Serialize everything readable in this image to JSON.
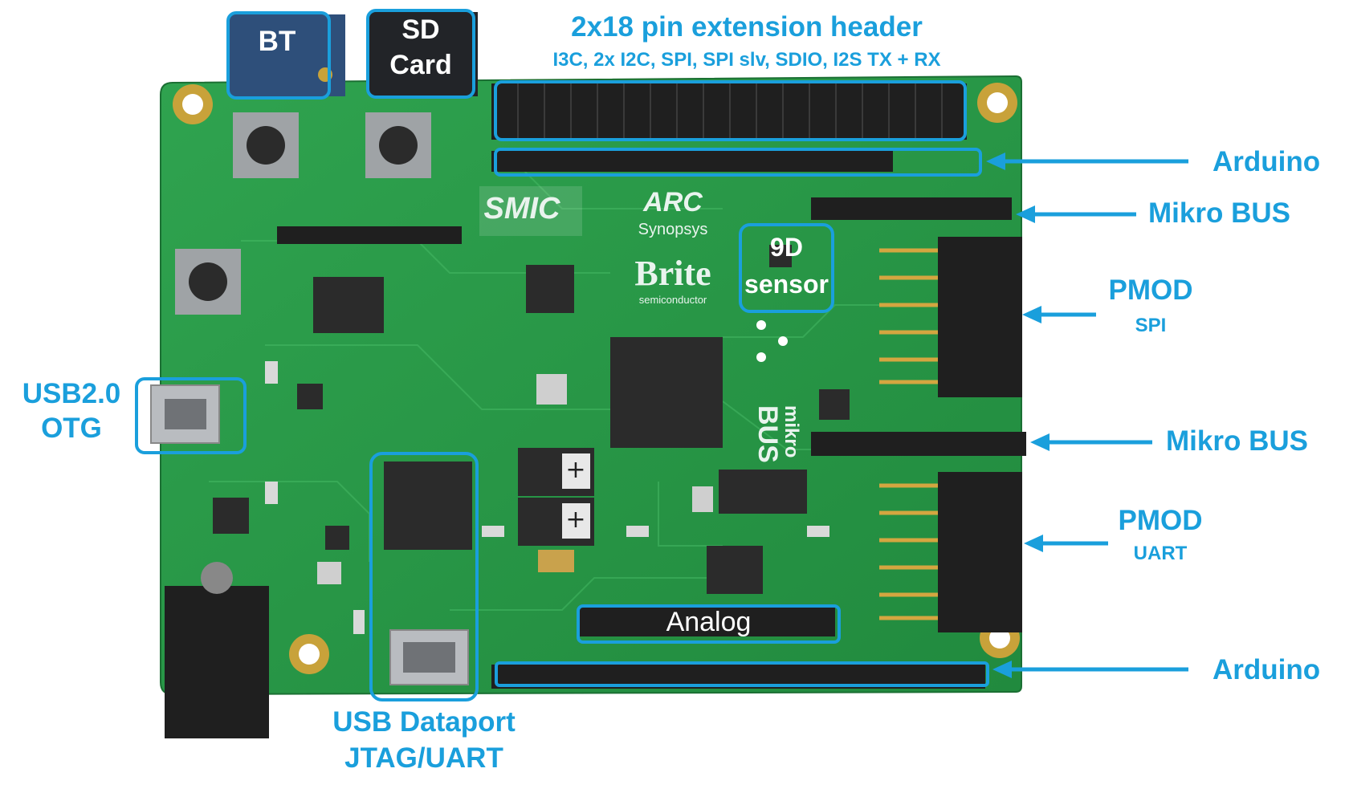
{
  "colors": {
    "accent": "#1a9fdc",
    "pcb": "#2a9a48",
    "pcb_dark": "#1d7a37",
    "label_text_on_board": "#ffffff"
  },
  "labels": {
    "header_title": "2x18 pin extension header",
    "header_subtitle": "I3C, 2x I2C, SPI, SPI slv, SDIO, I2S TX + RX",
    "bt": "BT",
    "sd_card_line1": "SD",
    "sd_card_line2": "Card",
    "arduino_top": "Arduino",
    "mikro_bus_top": "Mikro BUS",
    "sensor_line1": "9D",
    "sensor_line2": "sensor",
    "pmod_spi_title": "PMOD",
    "pmod_spi_sub": "SPI",
    "usb_otg_line1": "USB2.0",
    "usb_otg_line2": "OTG",
    "mikro_bus_bottom": "Mikro BUS",
    "pmod_uart_title": "PMOD",
    "pmod_uart_sub": "UART",
    "analog": "Analog",
    "arduino_bottom": "Arduino",
    "usb_dataport_line1": "USB Dataport",
    "usb_dataport_line2": "JTAG/UART"
  },
  "board_logos": {
    "smic": "SMIC",
    "arc": "ARC",
    "synopsys": "Synopsys",
    "brite": "Brite",
    "brite_sub": "semiconductor",
    "mikro": "mikro",
    "bus": "BUS"
  }
}
